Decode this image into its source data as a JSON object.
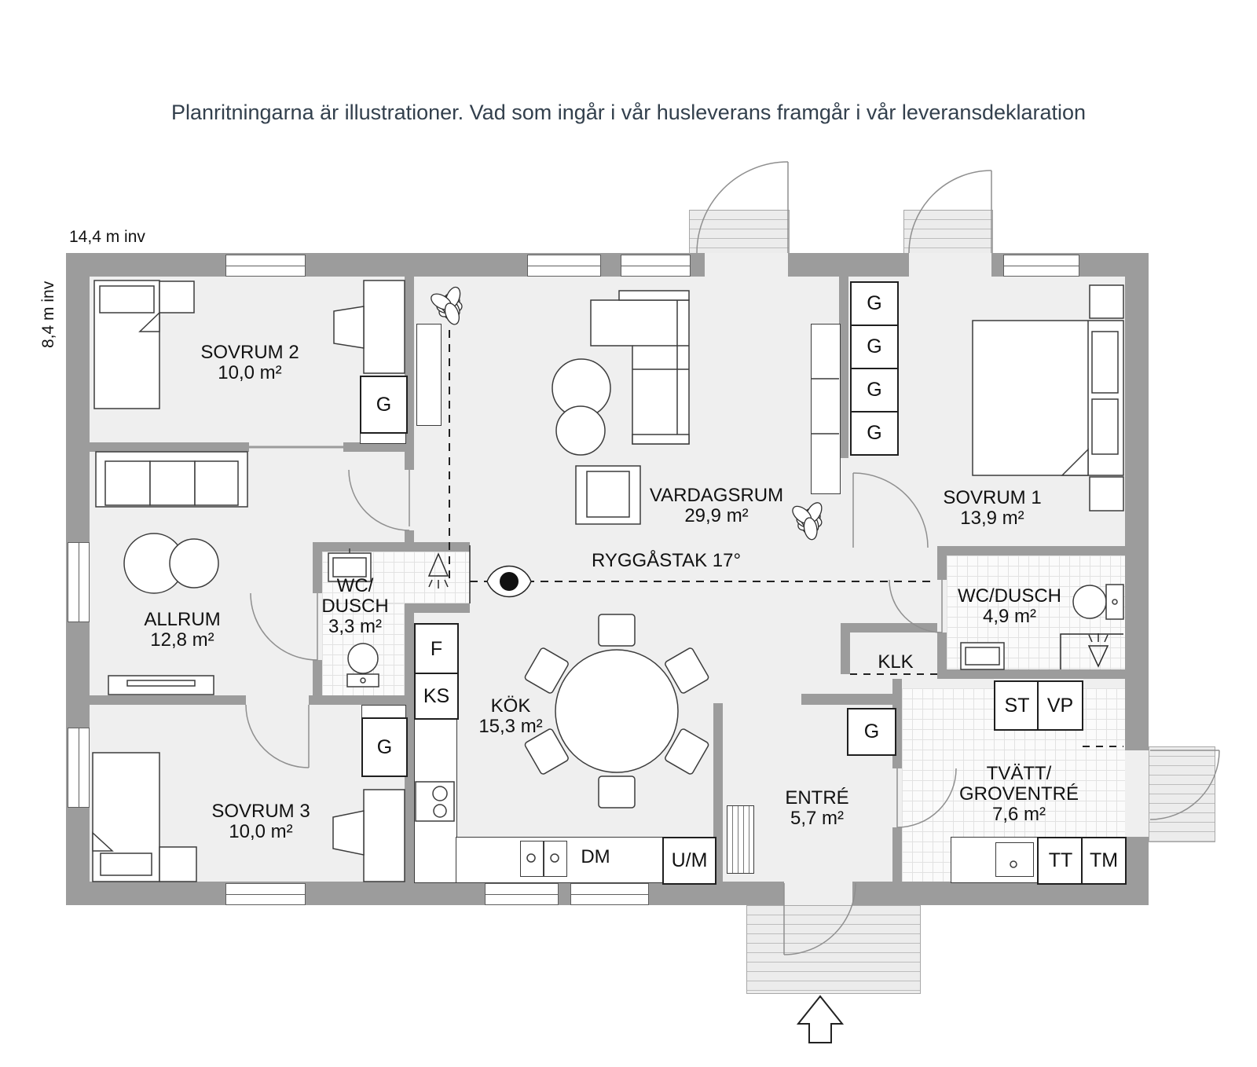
{
  "title": "Planritningarna är illustrationer. Vad som ingår i vår husleverans framgår i vår leveransdeklaration",
  "dimensions": {
    "width": "14,4 m inv",
    "height": "8,4 m inv"
  },
  "ridge": {
    "label": "RYGGÅSTAK 17°"
  },
  "rooms": {
    "sovrum2": {
      "name": "SOVRUM 2",
      "area": "10,0 m²"
    },
    "vardagsrum": {
      "name": "VARDAGSRUM",
      "area": "29,9 m²"
    },
    "sovrum1": {
      "name": "SOVRUM 1",
      "area": "13,9 m²"
    },
    "allrum": {
      "name": "ALLRUM",
      "area": "12,8 m²"
    },
    "wc_dusch_3": {
      "name_line1": "WC/",
      "name_line2": "DUSCH",
      "area": "3,3 m²"
    },
    "kok": {
      "name": "KÖK",
      "area": "15,3 m²"
    },
    "sovrum3": {
      "name": "SOVRUM 3",
      "area": "10,0 m²"
    },
    "entre": {
      "name": "ENTRÉ",
      "area": "5,7 m²"
    },
    "wc_dusch_5": {
      "name": "WC/DUSCH",
      "area": "4,9 m²"
    },
    "tvatt": {
      "name_line1": "TVÄTT/",
      "name_line2": "GROVENTRÉ",
      "area": "7,6 m²"
    },
    "klk": {
      "name": "KLK"
    }
  },
  "fixtures": {
    "wardrobe": "G",
    "freezer": "F",
    "fridge": "KS",
    "dishwasher": "DM",
    "oven_microwave": "U/M",
    "cleaning_cabinet": "ST",
    "heat_pump": "VP",
    "dryer": "TT",
    "washing_machine": "TM"
  },
  "colors": {
    "wall": "#9c9c9c",
    "floor": "#efefef",
    "tile": "#fbfbfb",
    "deck": "#ececec",
    "title_text": "#33404d",
    "outline": "#3c3c3c"
  }
}
